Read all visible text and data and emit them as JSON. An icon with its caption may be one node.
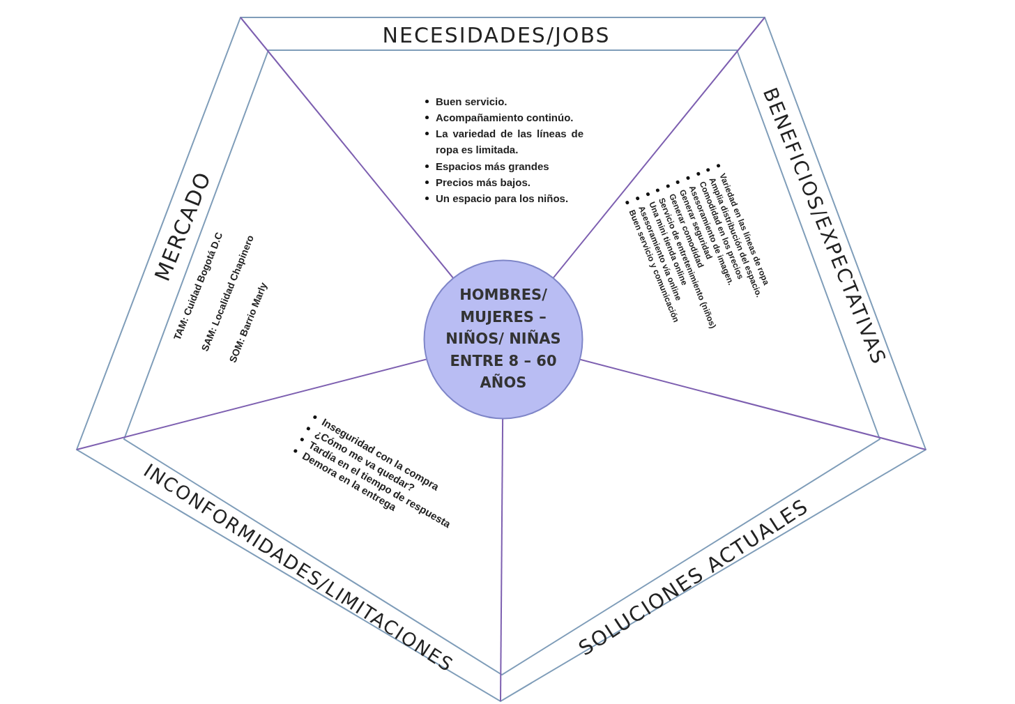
{
  "diagram": {
    "nodes": [
      {
        "text": [
          "NECESIDADES/JOBS",
          "Buen servicio.",
          "Acompañamiento continúo.",
          "La variedad de las líneas de ropa es limitada.",
          "Espacios más grandes",
          "Precios más bajos.",
          "Un espacio para los niños."
        ]
      },
      {
        "text": [
          "BENEFICIOS/EXPECTATIVAS",
          "Variedad en las líneas de ropa",
          "Amplia distribución del espacio.",
          "Comodidad en los precios",
          "Asesoramiento de imagen.",
          "Generar seguridad",
          "Generar comodidad",
          "Servicio de entretenimiento (niños)",
          "Una mini tienda online",
          "Asesoramiento vía online",
          "Buen servicio y comunicación"
        ]
      },
      {
        "text": [
          "MERCADO",
          "TAM: Cuidad Bogotá D.C",
          "SAM: Localidad Chapinero",
          "SOM: Barrio Marly"
        ]
      },
      {
        "text": [
          "HOMBRES/ MUJERES – NIÑOS/ NIÑAS ENTRE 8 – 60 AÑOS"
        ]
      },
      {
        "text": [
          "INCONFORMIDADES/LIMITACIONES",
          "Inseguridad con la compra",
          "¿Cómo me va quedar?",
          "Tardía en el tiempo de respuesta",
          "Demora en la entrega"
        ]
      },
      {
        "text": [
          "SOLUCIONES ACTUALES"
        ]
      }
    ]
  }
}
